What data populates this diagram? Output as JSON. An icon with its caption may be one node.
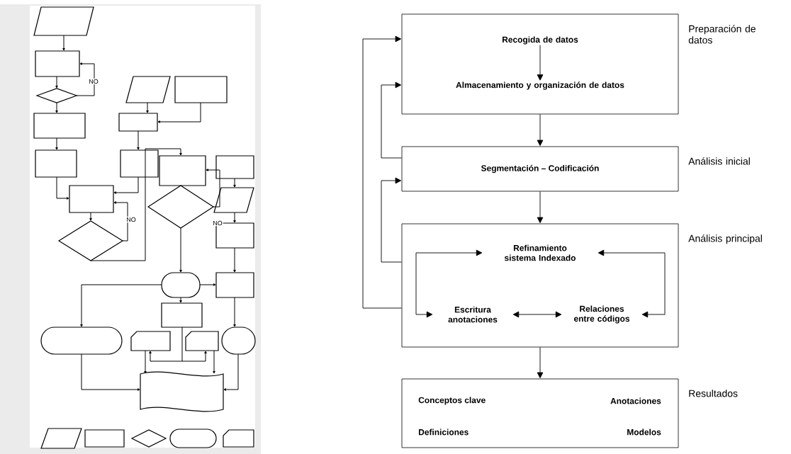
{
  "diagram": {
    "nodes": [
      {
        "text": [],
        "shape": "box",
        "beside": [
          "Preparación de datos"
        ]
      },
      {
        "text": [
          "Recogida de datos"
        ],
        "in": 0
      },
      {
        "text": [
          "Almacenamiento y organización de datos"
        ],
        "in": 0
      },
      {
        "text": [
          "Segmentación – Codificación"
        ],
        "beside": [
          "Análisis inicial"
        ]
      },
      {
        "text": [],
        "shape": "box",
        "beside": [
          "Análisis principal"
        ]
      },
      {
        "text": [
          "Refinamiento sistema Indexado"
        ],
        "in": 4
      },
      {
        "text": [
          "Escritura anotaciones"
        ],
        "in": 4
      },
      {
        "text": [
          "Relaciones entre códigos"
        ],
        "in": 4
      },
      {
        "text": [
          "Conceptos clave",
          "Anotaciones",
          "Definiciones",
          "Modelos"
        ],
        "beside": [
          "Resultados"
        ]
      }
    ],
    "edges": [
      {
        "from": 1,
        "to": 2,
        "arrow": "to"
      },
      {
        "from": 0,
        "to": 3,
        "arrow": "to"
      },
      {
        "from": 3,
        "to": 4,
        "arrow": "to"
      },
      {
        "from": 4,
        "to": 8,
        "arrow": "to"
      },
      {
        "from": 3,
        "to": 0,
        "arrow": "to"
      },
      {
        "from": 4,
        "to": 3,
        "arrow": "to"
      },
      {
        "from": 4,
        "to": 0,
        "arrow": "to"
      },
      {
        "from": 6,
        "to": 5,
        "arrow": "both"
      },
      {
        "from": 7,
        "to": 5,
        "arrow": "both"
      },
      {
        "from": 6,
        "to": 7,
        "arrow": "both"
      }
    ],
    "labels": [
      "NO",
      "NO",
      "NO"
    ]
  }
}
